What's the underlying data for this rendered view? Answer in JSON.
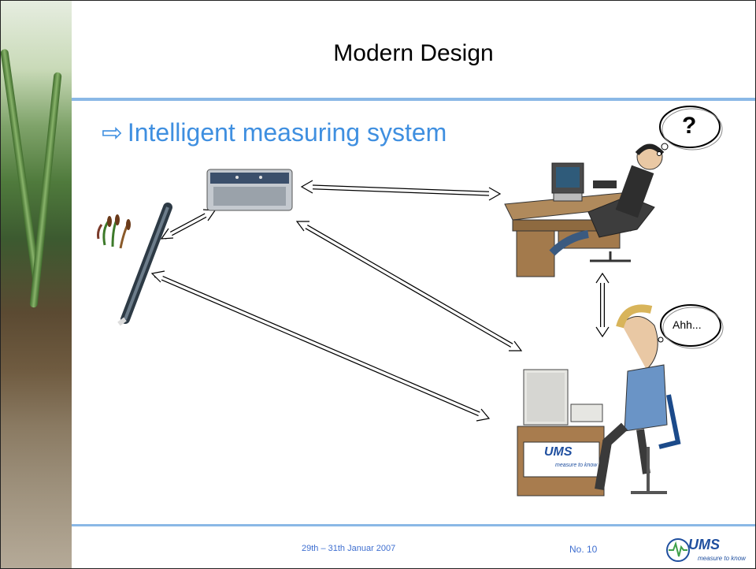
{
  "title": "Modern Design",
  "bullet": {
    "arrow": "⇨",
    "text": "Intelligent measuring system"
  },
  "bubbles": {
    "question": "?",
    "ahh": "Ahh..."
  },
  "desk_logo": {
    "brand": "UMS",
    "tagline": "measure to know"
  },
  "footer": {
    "date": "29th – 31th Januar 2007",
    "page": "No. 10",
    "logo_brand": "UMS",
    "logo_tagline": "measure to know"
  },
  "colors": {
    "accent": "#3f8fe0",
    "rule": "#8ab8e6",
    "footer_text": "#3f6fd0",
    "brand": "#1f4f9f"
  }
}
